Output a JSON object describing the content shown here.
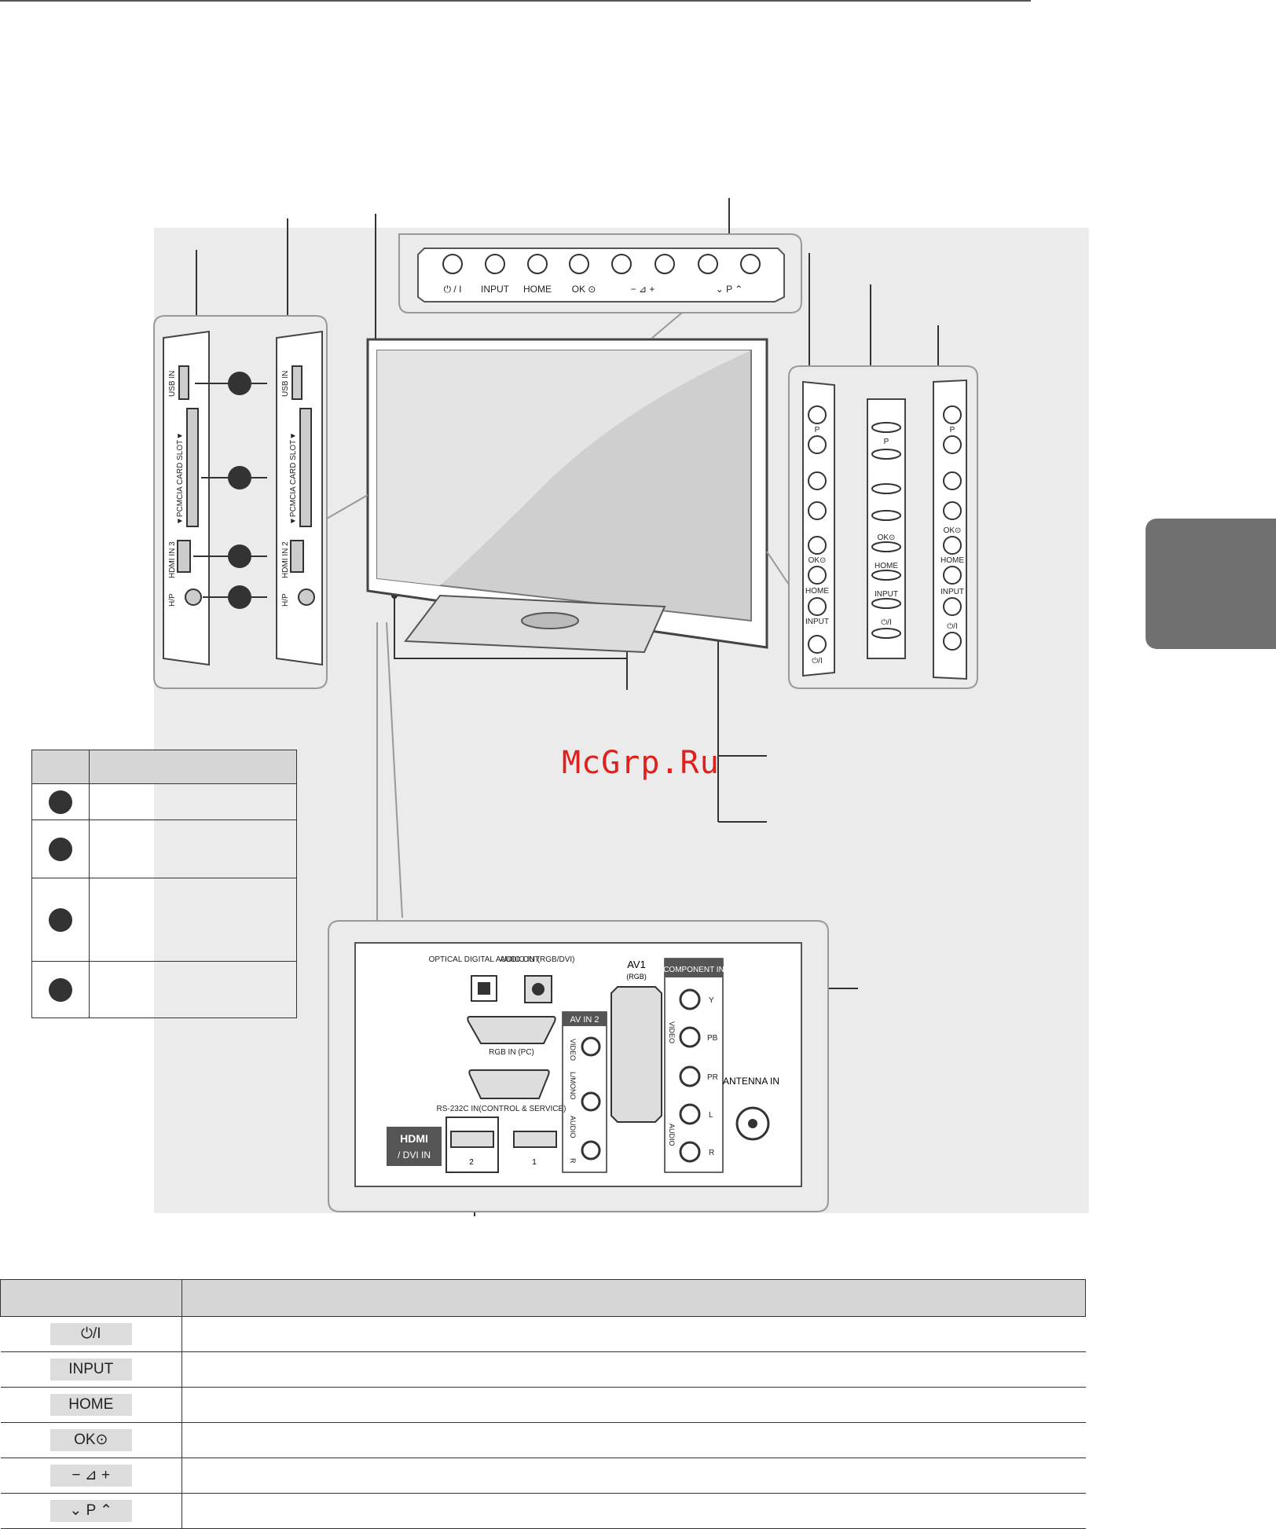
{
  "watermark": "McGrp.Ru",
  "top_panel": {
    "buttons": [
      "⏻ / I",
      "INPUT",
      "HOME",
      "OK ⊙",
      "−  ⊿  +",
      "⌄  P  ⌃"
    ]
  },
  "side_panel_left": {
    "usb_label_1": "USB IN",
    "usb_label_2": "USB IN",
    "pcmcia_label_1": "▼PCMCIA CARD SLOT▼",
    "pcmcia_label_2": "▼PCMCIA CARD SLOT▼",
    "hdmi_label_1": "HDMI IN 3",
    "hdmi_label_2": "HDMI IN 2",
    "hp_label_1": "H/P",
    "hp_label_2": "H/P"
  },
  "side_buttons_a": [
    "P",
    "OK⊙",
    "HOME",
    "INPUT",
    "⏻/I"
  ],
  "side_buttons_b": [
    "P",
    "OK⊙",
    "HOME",
    "INPUT",
    "⏻/I"
  ],
  "side_buttons_c": [
    "P",
    "OK⊙",
    "HOME",
    "INPUT",
    "⏻/I"
  ],
  "rear_panel": {
    "optical": "OPTICAL DIGITAL AUDIO OUT",
    "audio_in": "AUDIO IN (RGB/DVI)",
    "rgb_in": "RGB IN (PC)",
    "rs232": "RS-232C IN(CONTROL & SERVICE)",
    "hdmi": "HDMI",
    "dvi_in": "/ DVI IN",
    "hdmi_port_1": "2",
    "hdmi_port_2": "1",
    "av_in_2": "AV IN 2",
    "video": "VIDEO",
    "mono": "L/MONO",
    "audio": "AUDIO",
    "r": "R",
    "av1": "AV1",
    "av1_sub": "(RGB)",
    "component": "COMPONENT IN",
    "y": "Y",
    "pb": "PB",
    "pr": "PR",
    "l": "L",
    "comp_r": "R",
    "comp_video": "VIDEO",
    "comp_audio": "AUDIO",
    "antenna": "ANTENNA IN"
  },
  "key_table": {
    "rows": 4
  },
  "button_table": {
    "rows": [
      {
        "label": "⏻/I"
      },
      {
        "label": "INPUT"
      },
      {
        "label": "HOME"
      },
      {
        "label": "OK⊙"
      },
      {
        "label": "−  ⊿  +"
      },
      {
        "label": "⌄  P  ⌃"
      }
    ]
  }
}
